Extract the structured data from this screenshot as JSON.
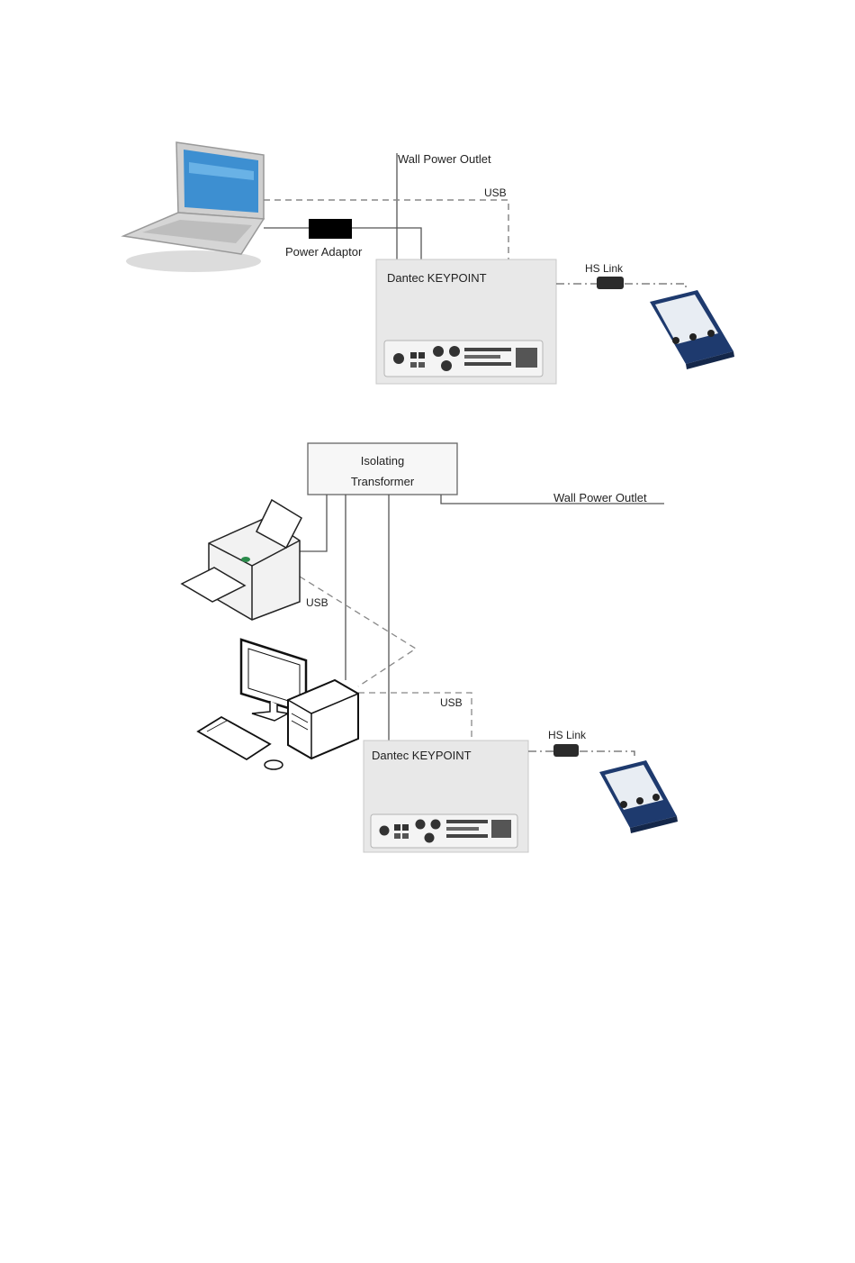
{
  "diagram_laptop": {
    "wall_power_outlet": "Wall Power Outlet",
    "usb": "USB",
    "power_adaptor": "Power Adaptor",
    "device_label": "Dantec KEYPOINT",
    "hs_link": "HS Link"
  },
  "diagram_desktop": {
    "isolating_transformer_line1": "Isolating",
    "isolating_transformer_line2": "Transformer",
    "wall_power_outlet": "Wall Power Outlet",
    "usb_printer": "USB",
    "usb_device": "USB",
    "device_label": "Dantec KEYPOINT",
    "hs_link": "HS Link"
  },
  "colors": {
    "line": "#555555",
    "device_bg": "#e6e6e6",
    "panel": "#1e3a6e",
    "panel_screen": "#e8edf3"
  }
}
